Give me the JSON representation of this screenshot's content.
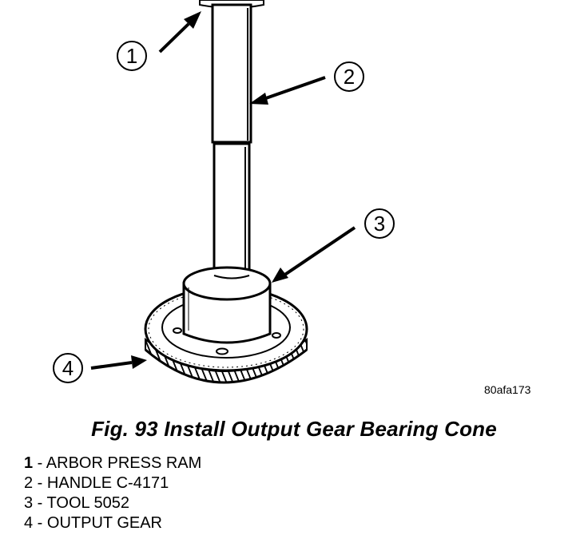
{
  "figure_id": "80afa173",
  "caption": "Fig. 93 Install Output Gear Bearing Cone",
  "callouts": [
    {
      "number": "1",
      "label": "ARBOR PRESS RAM"
    },
    {
      "number": "2",
      "label": "HANDLE C-4171"
    },
    {
      "number": "3",
      "label": "TOOL 5052"
    },
    {
      "number": "4",
      "label": "OUTPUT GEAR"
    }
  ],
  "legend_separator": " - "
}
